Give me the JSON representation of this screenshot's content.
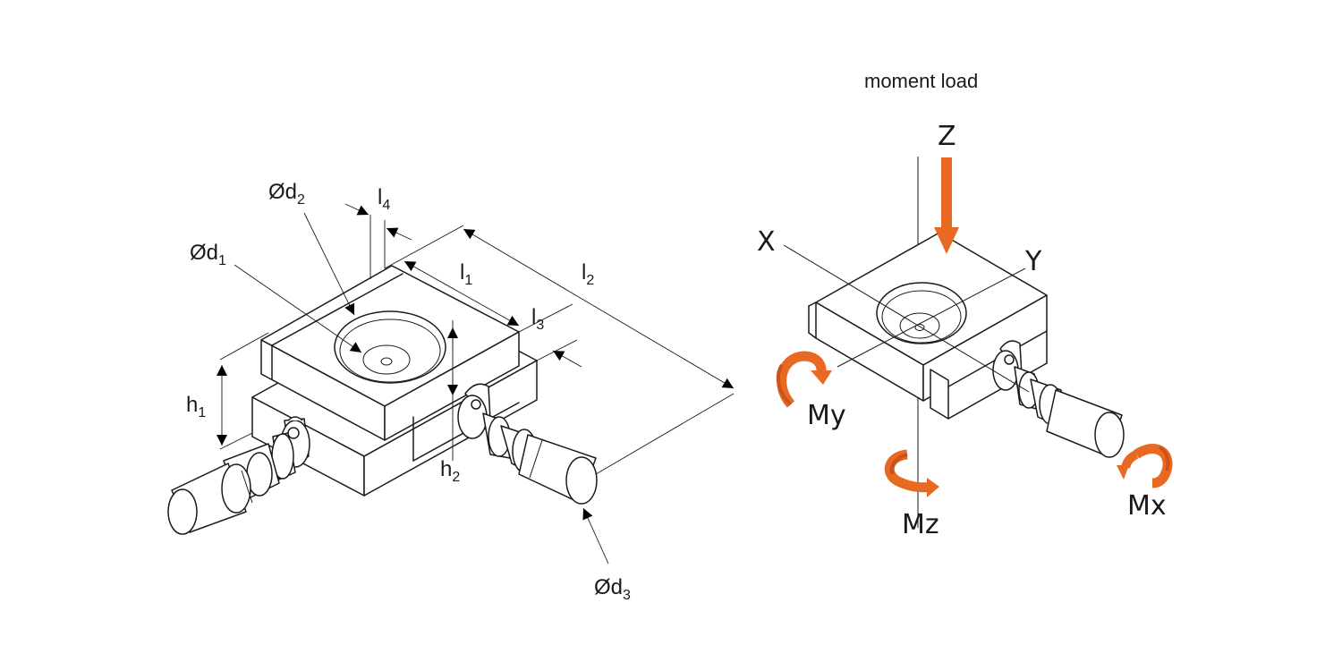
{
  "colors": {
    "accent": "#e86a22",
    "accent_dark": "#c9531a",
    "line": "#1a1a1a"
  },
  "left_diagram": {
    "labels": {
      "d1": {
        "base": "Ød",
        "sub": "1"
      },
      "d2": {
        "base": "Ød",
        "sub": "2"
      },
      "d3": {
        "base": "Ød",
        "sub": "3"
      },
      "l1": {
        "base": "l",
        "sub": "1"
      },
      "l2": {
        "base": "l",
        "sub": "2"
      },
      "l3": {
        "base": "l",
        "sub": "3"
      },
      "l4": {
        "base": "l",
        "sub": "4"
      },
      "h1": {
        "base": "h",
        "sub": "1"
      },
      "h2": {
        "base": "h",
        "sub": "2"
      }
    }
  },
  "right_diagram": {
    "title": "moment load",
    "axes": {
      "x": "X",
      "y": "Y",
      "z": "Z"
    },
    "moments": {
      "mx": "Mx",
      "my": "My",
      "mz": "Mz"
    }
  }
}
